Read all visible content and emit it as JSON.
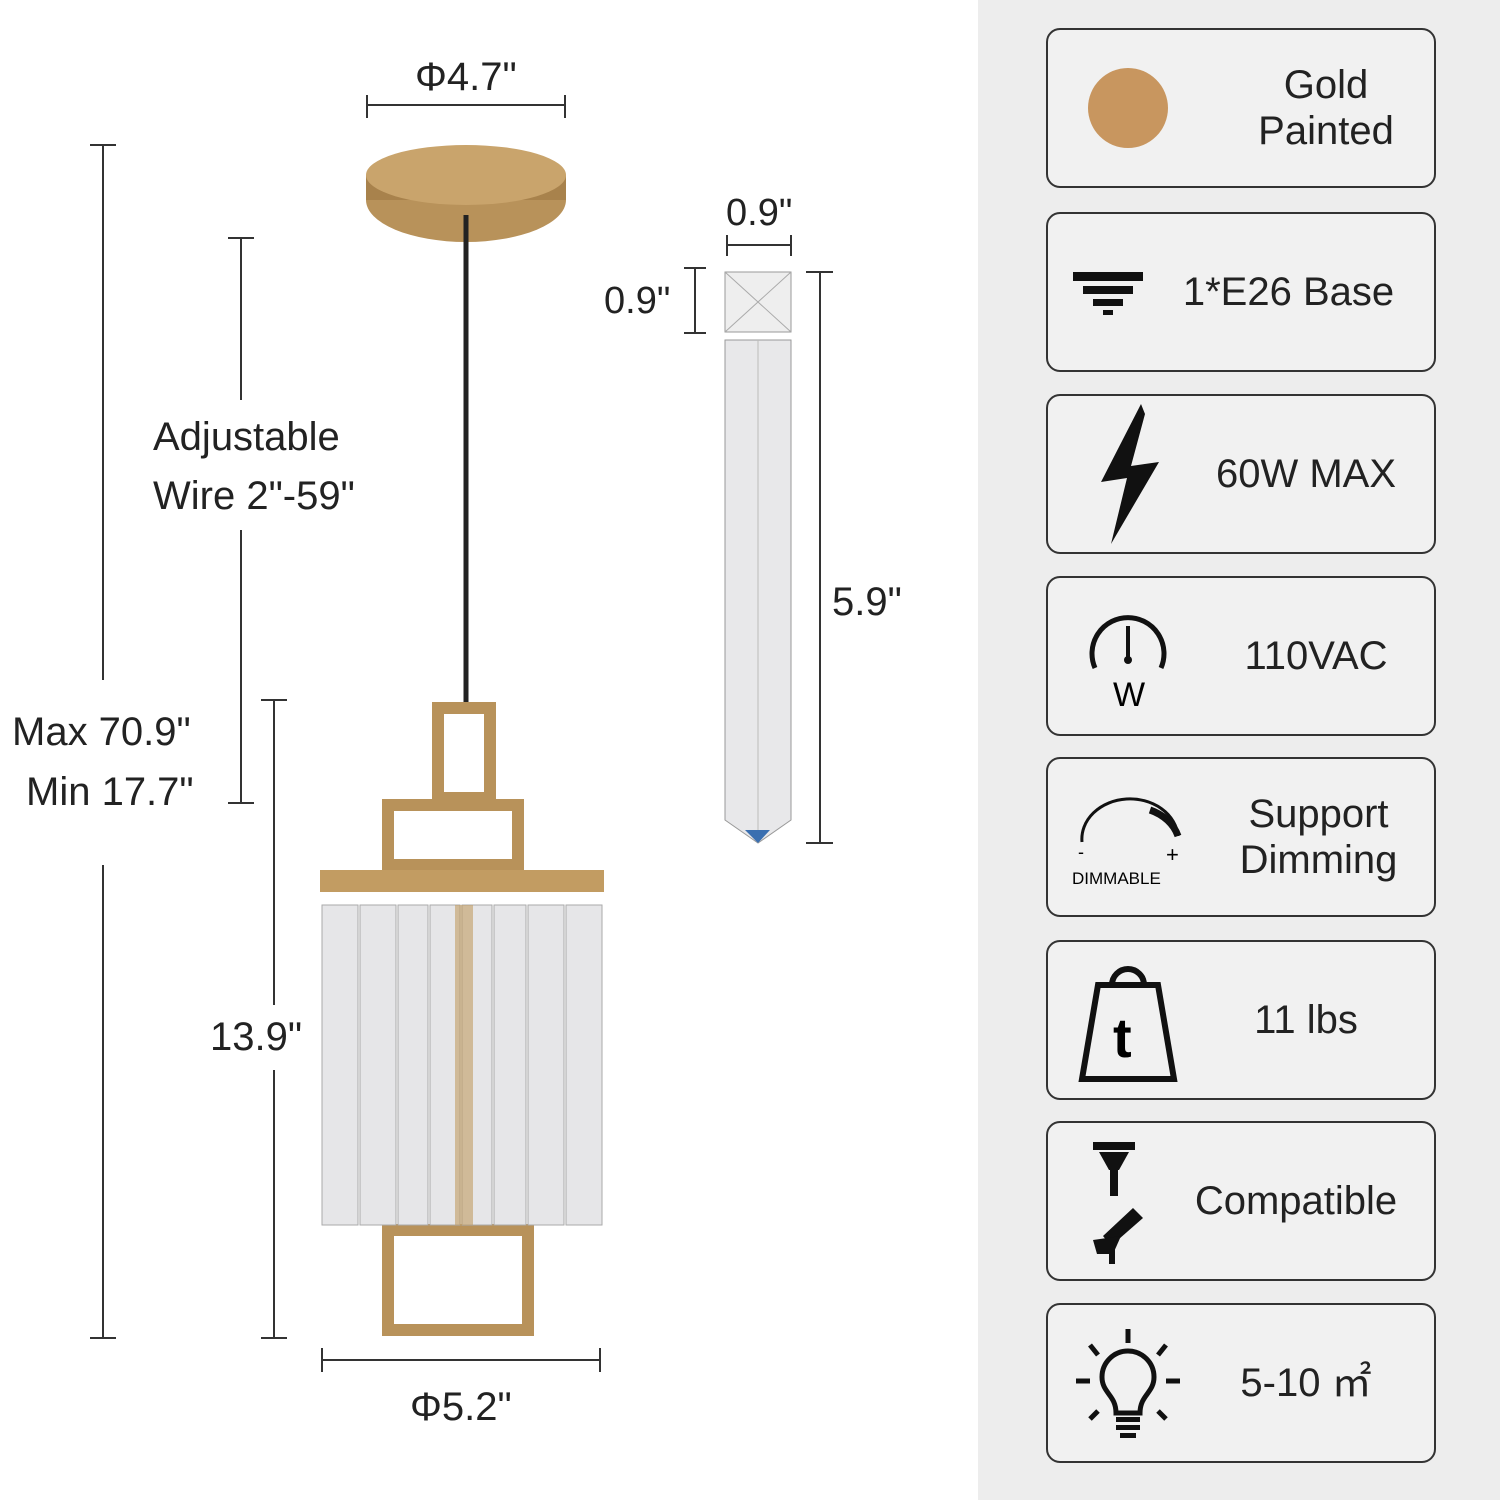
{
  "dimensions": {
    "canopy_diameter": "Φ4.7\"",
    "shade_diameter": "Φ5.2\"",
    "adjustable_wire_line1": "Adjustable",
    "adjustable_wire_line2": "Wire 2\"-59\"",
    "max_height": "Max 70.9\"",
    "min_height": "Min 17.7\"",
    "body_height": "13.9\"",
    "crystal_width": "0.9\"",
    "crystal_depth": "0.9\"",
    "crystal_length": "5.9\""
  },
  "specs": [
    {
      "icon": "color-swatch-icon",
      "line1": "Gold",
      "line2": "Painted"
    },
    {
      "icon": "bulb-base-icon",
      "line1": "1*E26 Base"
    },
    {
      "icon": "lightning-icon",
      "line1": "60W MAX"
    },
    {
      "icon": "voltage-gauge-icon",
      "line1": "110VAC",
      "icon_text": "W"
    },
    {
      "icon": "dimmer-icon",
      "line1": "Support",
      "line2": "Dimming",
      "icon_text": "DIMMABLE",
      "icon_minus": "-",
      "icon_plus": "+"
    },
    {
      "icon": "weight-icon",
      "line1": "11 lbs",
      "icon_text": "t"
    },
    {
      "icon": "ceiling-mount-icon",
      "line1": "Compatible"
    },
    {
      "icon": "light-bulb-icon",
      "line1": "5-10 ㎡"
    }
  ],
  "colors": {
    "gold": "#b8925a",
    "panel": "#ededed",
    "swatch": "#c8965f"
  }
}
